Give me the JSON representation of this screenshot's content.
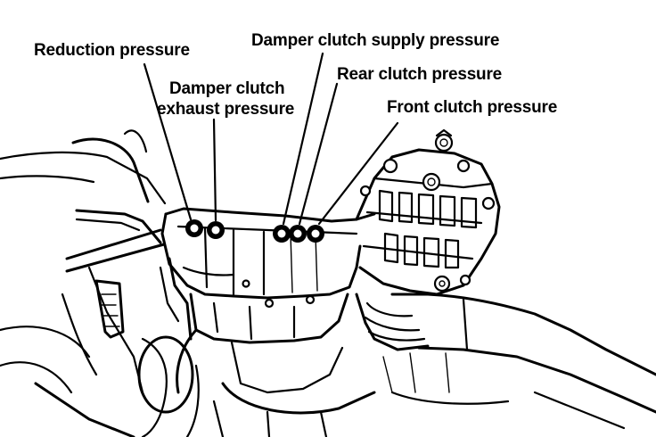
{
  "labels": {
    "reduction": "Reduction pressure",
    "damper_exhaust_line1": "Damper clutch",
    "damper_exhaust_line2": "exhaust pressure",
    "damper_supply": "Damper clutch supply pressure",
    "rear_clutch": "Rear clutch pressure",
    "front_clutch": "Front clutch pressure"
  },
  "colors": {
    "ink": "#000000",
    "paper": "#ffffff"
  }
}
